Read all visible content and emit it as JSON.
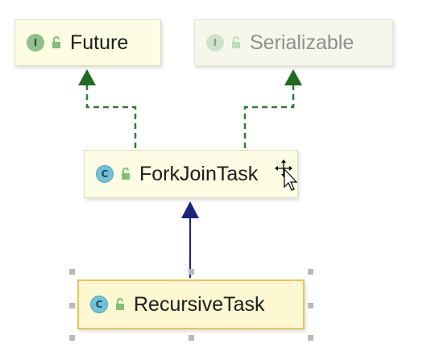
{
  "nodes": {
    "future": {
      "name": "Future",
      "kind_glyph": "I",
      "kind": "interface"
    },
    "serializable": {
      "name": "Serializable",
      "kind_glyph": "I",
      "kind": "interface"
    },
    "forkjointask": {
      "name": "ForkJoinTask",
      "kind_glyph": "C",
      "kind": "class"
    },
    "recursivetask": {
      "name": "RecursiveTask",
      "kind_glyph": "C",
      "kind": "class"
    }
  },
  "edges": [
    {
      "from": "forkjointask",
      "to": "future",
      "type": "implements",
      "style": "dashed",
      "color": "#2e7d32"
    },
    {
      "from": "forkjointask",
      "to": "serializable",
      "type": "implements",
      "style": "dashed",
      "color": "#2e7d32"
    },
    {
      "from": "recursivetask",
      "to": "forkjointask",
      "type": "extends",
      "style": "solid",
      "color": "#1a237e"
    }
  ],
  "colors": {
    "node_fill": "#fcfde3",
    "selected_border": "#e8c25a",
    "implements_arrow": "#2e7d32",
    "extends_arrow": "#1a237e"
  }
}
